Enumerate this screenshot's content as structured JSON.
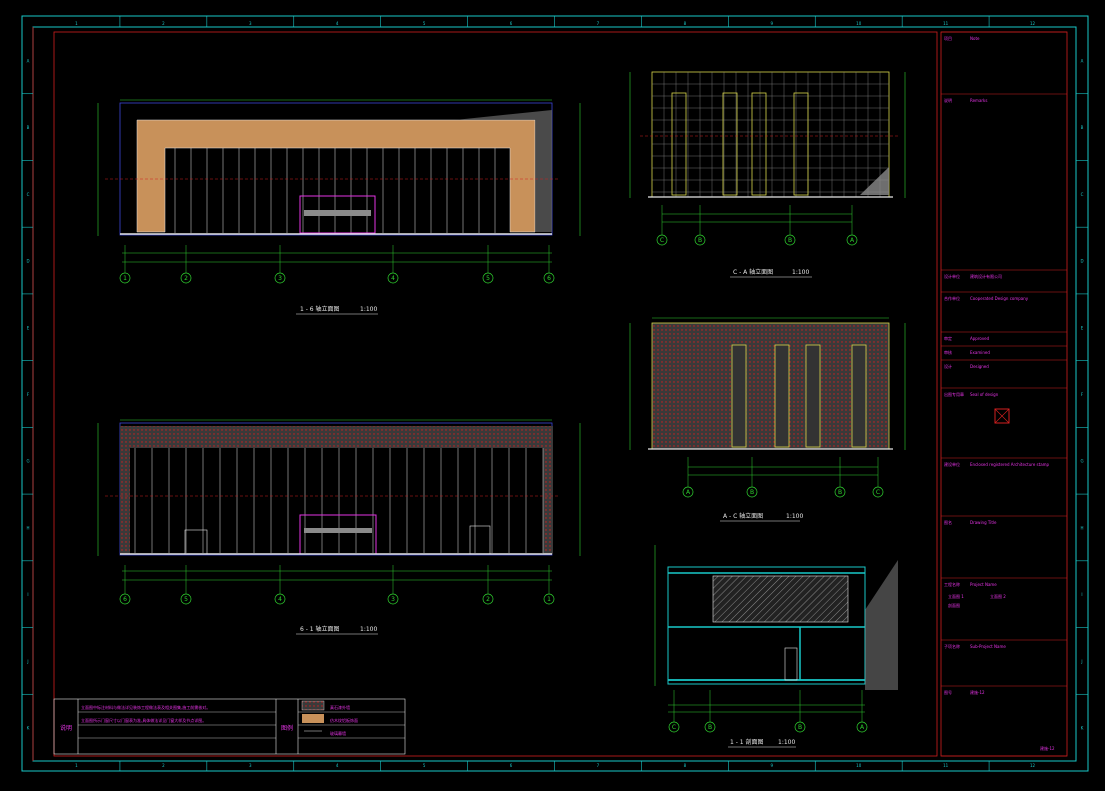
{
  "colors": {
    "background": "#000000",
    "frame_cyan": "#19c9c9",
    "frame_red": "#d21f1f",
    "dim_green": "#2fd12f",
    "grid_white": "#e6e6e6",
    "text_magenta": "#e533e5",
    "wall_tan": "#c8915a",
    "window_yellow": "#d9d64a",
    "grid_blue": "#3b45d9",
    "hatch_grey": "#8a8a8a"
  },
  "border": {
    "columns": [
      "1",
      "2",
      "3",
      "4",
      "5",
      "6",
      "7",
      "8",
      "9",
      "10",
      "11",
      "12"
    ],
    "rows": [
      "A",
      "B",
      "C",
      "D",
      "E",
      "F",
      "G",
      "H",
      "I",
      "J",
      "K"
    ]
  },
  "views": {
    "front_elevation": {
      "title": "1 - 6 轴立面图",
      "scale": "1:100",
      "axes": [
        "1",
        "2",
        "3",
        "4",
        "5",
        "6"
      ]
    },
    "rear_elevation": {
      "title": "6 - 1 轴立面图",
      "scale": "1:100",
      "axes": [
        "6",
        "5",
        "4",
        "3",
        "2",
        "1"
      ]
    },
    "side_elevation_top": {
      "title": "C - A 轴立面图",
      "scale": "1:100",
      "axes": [
        "C",
        "B",
        "B",
        "A"
      ]
    },
    "side_elevation_mid": {
      "title": "A - C 轴立面图",
      "scale": "1:100",
      "axes": [
        "A",
        "B",
        "B",
        "C"
      ]
    },
    "section": {
      "title": "1 - 1 剖面图",
      "scale": "1:100",
      "axes": [
        "C",
        "B",
        "B",
        "A"
      ]
    }
  },
  "notes": {
    "heading": "说明",
    "lines": [
      "立面图中标注材料与做法详见装饰工程做法表及相关图集,施工前需核对。",
      "立面图所示门窗尺寸以门窗表为准,具体做法详见门窗大样及节点详图。"
    ],
    "legend_heading": "图例",
    "legend": [
      {
        "swatch": "hatch",
        "label": "真石漆外墙"
      },
      {
        "swatch": "tan",
        "label": "仿木纹铝板饰面"
      },
      {
        "swatch": "line",
        "label": "玻璃幕墙"
      }
    ]
  },
  "title_block": {
    "rows": [
      {
        "k": "项目",
        "v": "Note"
      },
      {
        "k": "说明",
        "v": "Remarks"
      },
      {
        "k": "设计单位",
        "v": "建筑设计有限公司"
      },
      {
        "k": "合作单位",
        "v": "Cooperated Design company"
      },
      {
        "k": "审定",
        "v": "Approved"
      },
      {
        "k": "审核",
        "v": "Examined"
      },
      {
        "k": "设计",
        "v": "Designed"
      },
      {
        "k": "出图专用章",
        "v": "Seal of design"
      },
      {
        "k": "建设单位",
        "v": "Enclosed registered Architecture stamp"
      },
      {
        "k": "图名",
        "v": "Drawing Title"
      },
      {
        "k": "工程名称",
        "v": "Project Name"
      },
      {
        "k": "子项名称",
        "v": "Sub-Project Name"
      },
      {
        "k": "图号",
        "v": "建施-12"
      }
    ],
    "drawing_titles": [
      "立面图 1",
      "立面图 2",
      "剖面图"
    ],
    "sheet_no": "建施-12"
  }
}
